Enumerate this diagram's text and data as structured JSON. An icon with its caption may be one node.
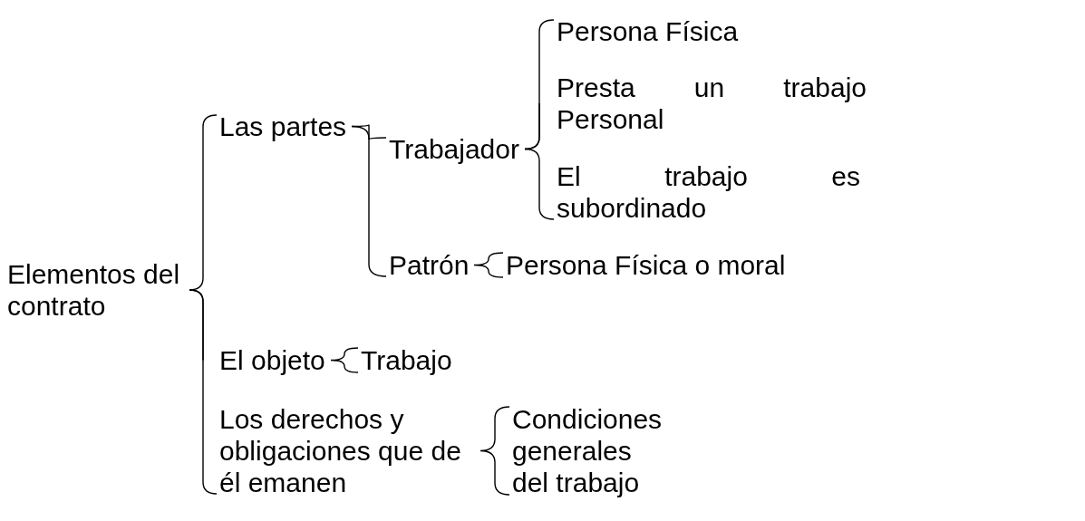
{
  "diagram": {
    "nodes": [
      {
        "text": [
          "Elementos del contrato"
        ]
      },
      {
        "text": [
          "Las partes"
        ]
      },
      {
        "text": [
          "Trabajador"
        ]
      },
      {
        "text": [
          "Persona Física"
        ]
      },
      {
        "text": [
          "Presta un trabajo Personal"
        ]
      },
      {
        "text": [
          "El trabajo es subordinado"
        ]
      },
      {
        "text": [
          "Patrón"
        ]
      },
      {
        "text": [
          "Persona Física o moral"
        ]
      },
      {
        "text": [
          "El objeto"
        ]
      },
      {
        "text": [
          "Trabajo"
        ]
      },
      {
        "text": [
          "Los derechos y obligaciones que de él emanen"
        ]
      },
      {
        "text": [
          "Condiciones generales del trabajo"
        ]
      }
    ],
    "edges": [
      {
        "from": 0,
        "to": 1,
        "arrow": "none"
      },
      {
        "from": 0,
        "to": 8,
        "arrow": "none"
      },
      {
        "from": 0,
        "to": 10,
        "arrow": "none"
      },
      {
        "from": 1,
        "to": 2,
        "arrow": "none"
      },
      {
        "from": 1,
        "to": 6,
        "arrow": "none"
      },
      {
        "from": 2,
        "to": 3,
        "arrow": "none"
      },
      {
        "from": 2,
        "to": 4,
        "arrow": "none"
      },
      {
        "from": 2,
        "to": 5,
        "arrow": "none"
      },
      {
        "from": 6,
        "to": 7,
        "arrow": "none"
      },
      {
        "from": 8,
        "to": 9,
        "arrow": "none"
      },
      {
        "from": 10,
        "to": 11,
        "arrow": "none"
      }
    ]
  }
}
